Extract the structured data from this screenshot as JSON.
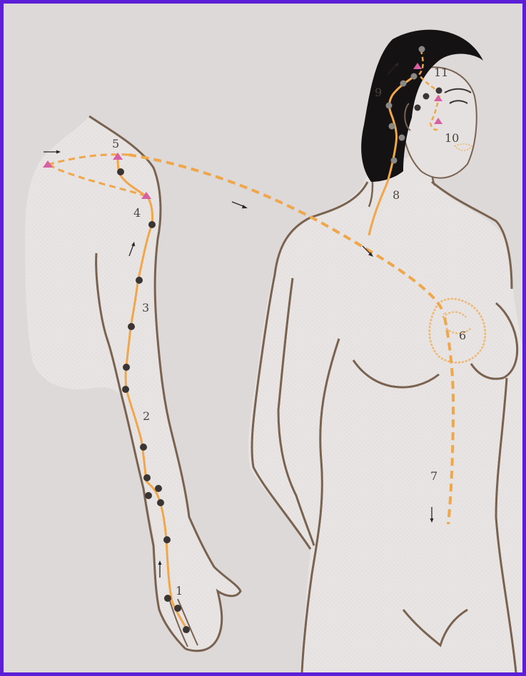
{
  "colors": {
    "background": "#dcd9d8",
    "frame_border": "#5a1fd6",
    "body_outline": "#7a6250",
    "skin_fill": "#e6e3e2",
    "meridian": "#f0a64a",
    "acupoint_dark": "#3a3533",
    "acupoint_gray": "#8a8785",
    "acupoint_pink": "#d95fa3",
    "hair": "#141212",
    "heart": "#f0b46a"
  },
  "labels": {
    "n1": "1",
    "n2": "2",
    "n3": "3",
    "n4": "4",
    "n5": "5",
    "n6": "6",
    "n7": "7",
    "n8": "8",
    "n9": "9",
    "n10": "10",
    "n11": "11"
  },
  "icons": {
    "flow_arrow": "arrow-icon",
    "acupoint": "dot-icon",
    "acupoint_triangle": "triangle-icon"
  }
}
